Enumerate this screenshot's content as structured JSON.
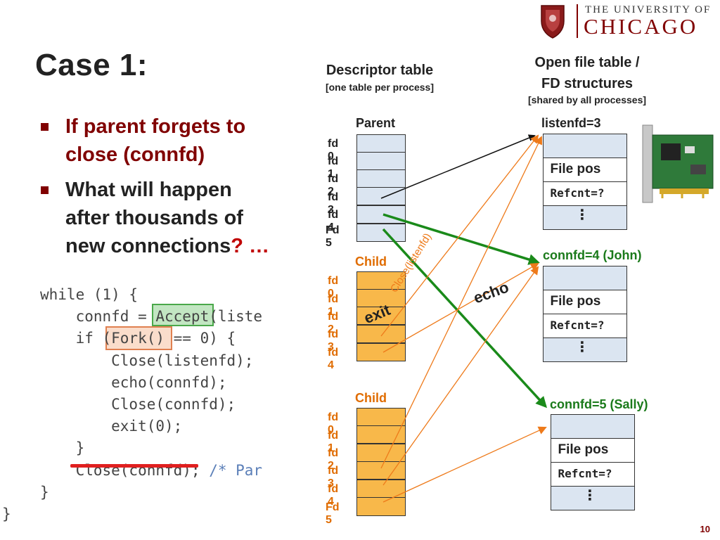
{
  "slide": {
    "title": "Case 1:",
    "page_number": "10"
  },
  "university": {
    "line1": "THE UNIVERSITY OF",
    "line2": "CHICAGO"
  },
  "bullets": [
    {
      "text": "If parent forgets to close (connfd)"
    },
    {
      "text": "What will happen after thousands of new connections",
      "suffix": "? …"
    }
  ],
  "code": [
    "while (1) {",
    "    connfd = Accept(liste",
    "    if (Fork() == 0) {",
    "        Close(listenfd);",
    "        echo(connfd);",
    "        Close(connfd);",
    "        exit(0);",
    "    }",
    "    Close(connfd); ",
    "}",
    "}"
  ],
  "code_comment": "/* Par",
  "descriptor_table": {
    "title": "Descriptor table",
    "subtitle": "[one table per process]",
    "parent_label": "Parent",
    "child_label": "Child",
    "parent_fds": [
      "fd 0",
      "fd 1",
      "fd 2",
      "fd 3",
      "fd 4",
      "Fd 5"
    ],
    "child1_fds": [
      "fd 0",
      "fd 1",
      "fd 2",
      "fd 3",
      "fd 4"
    ],
    "child2_fds": [
      "fd 0",
      "fd 1",
      "fd 2",
      "fd 3",
      "fd 4",
      "Fd 5"
    ]
  },
  "open_file_table": {
    "title_line1": "Open file table /",
    "title_line2": "FD structures",
    "subtitle": "[shared by all processes]",
    "entries": [
      {
        "label": "listenfd=3",
        "file_pos": "File pos",
        "refcnt": "Refcnt=?",
        "dots": "⋮"
      },
      {
        "label": "connfd=4 (John)",
        "file_pos": "File pos",
        "refcnt": "Refcnt=?",
        "dots": "⋮"
      },
      {
        "label": "connfd=5 (Sally)",
        "file_pos": "File pos",
        "refcnt": "Refcnt=?",
        "dots": "⋮"
      }
    ]
  },
  "annotations": {
    "echo": "echo",
    "exit": "exit",
    "close_listenfd": "Close(listenfd)"
  },
  "colors": {
    "maroon": "#800000",
    "orange_cell": "#f8b84a",
    "blue_cell": "#dbe5f1",
    "green_arrow": "#1a8a1a",
    "orange_arrow": "#ee7a1a"
  }
}
